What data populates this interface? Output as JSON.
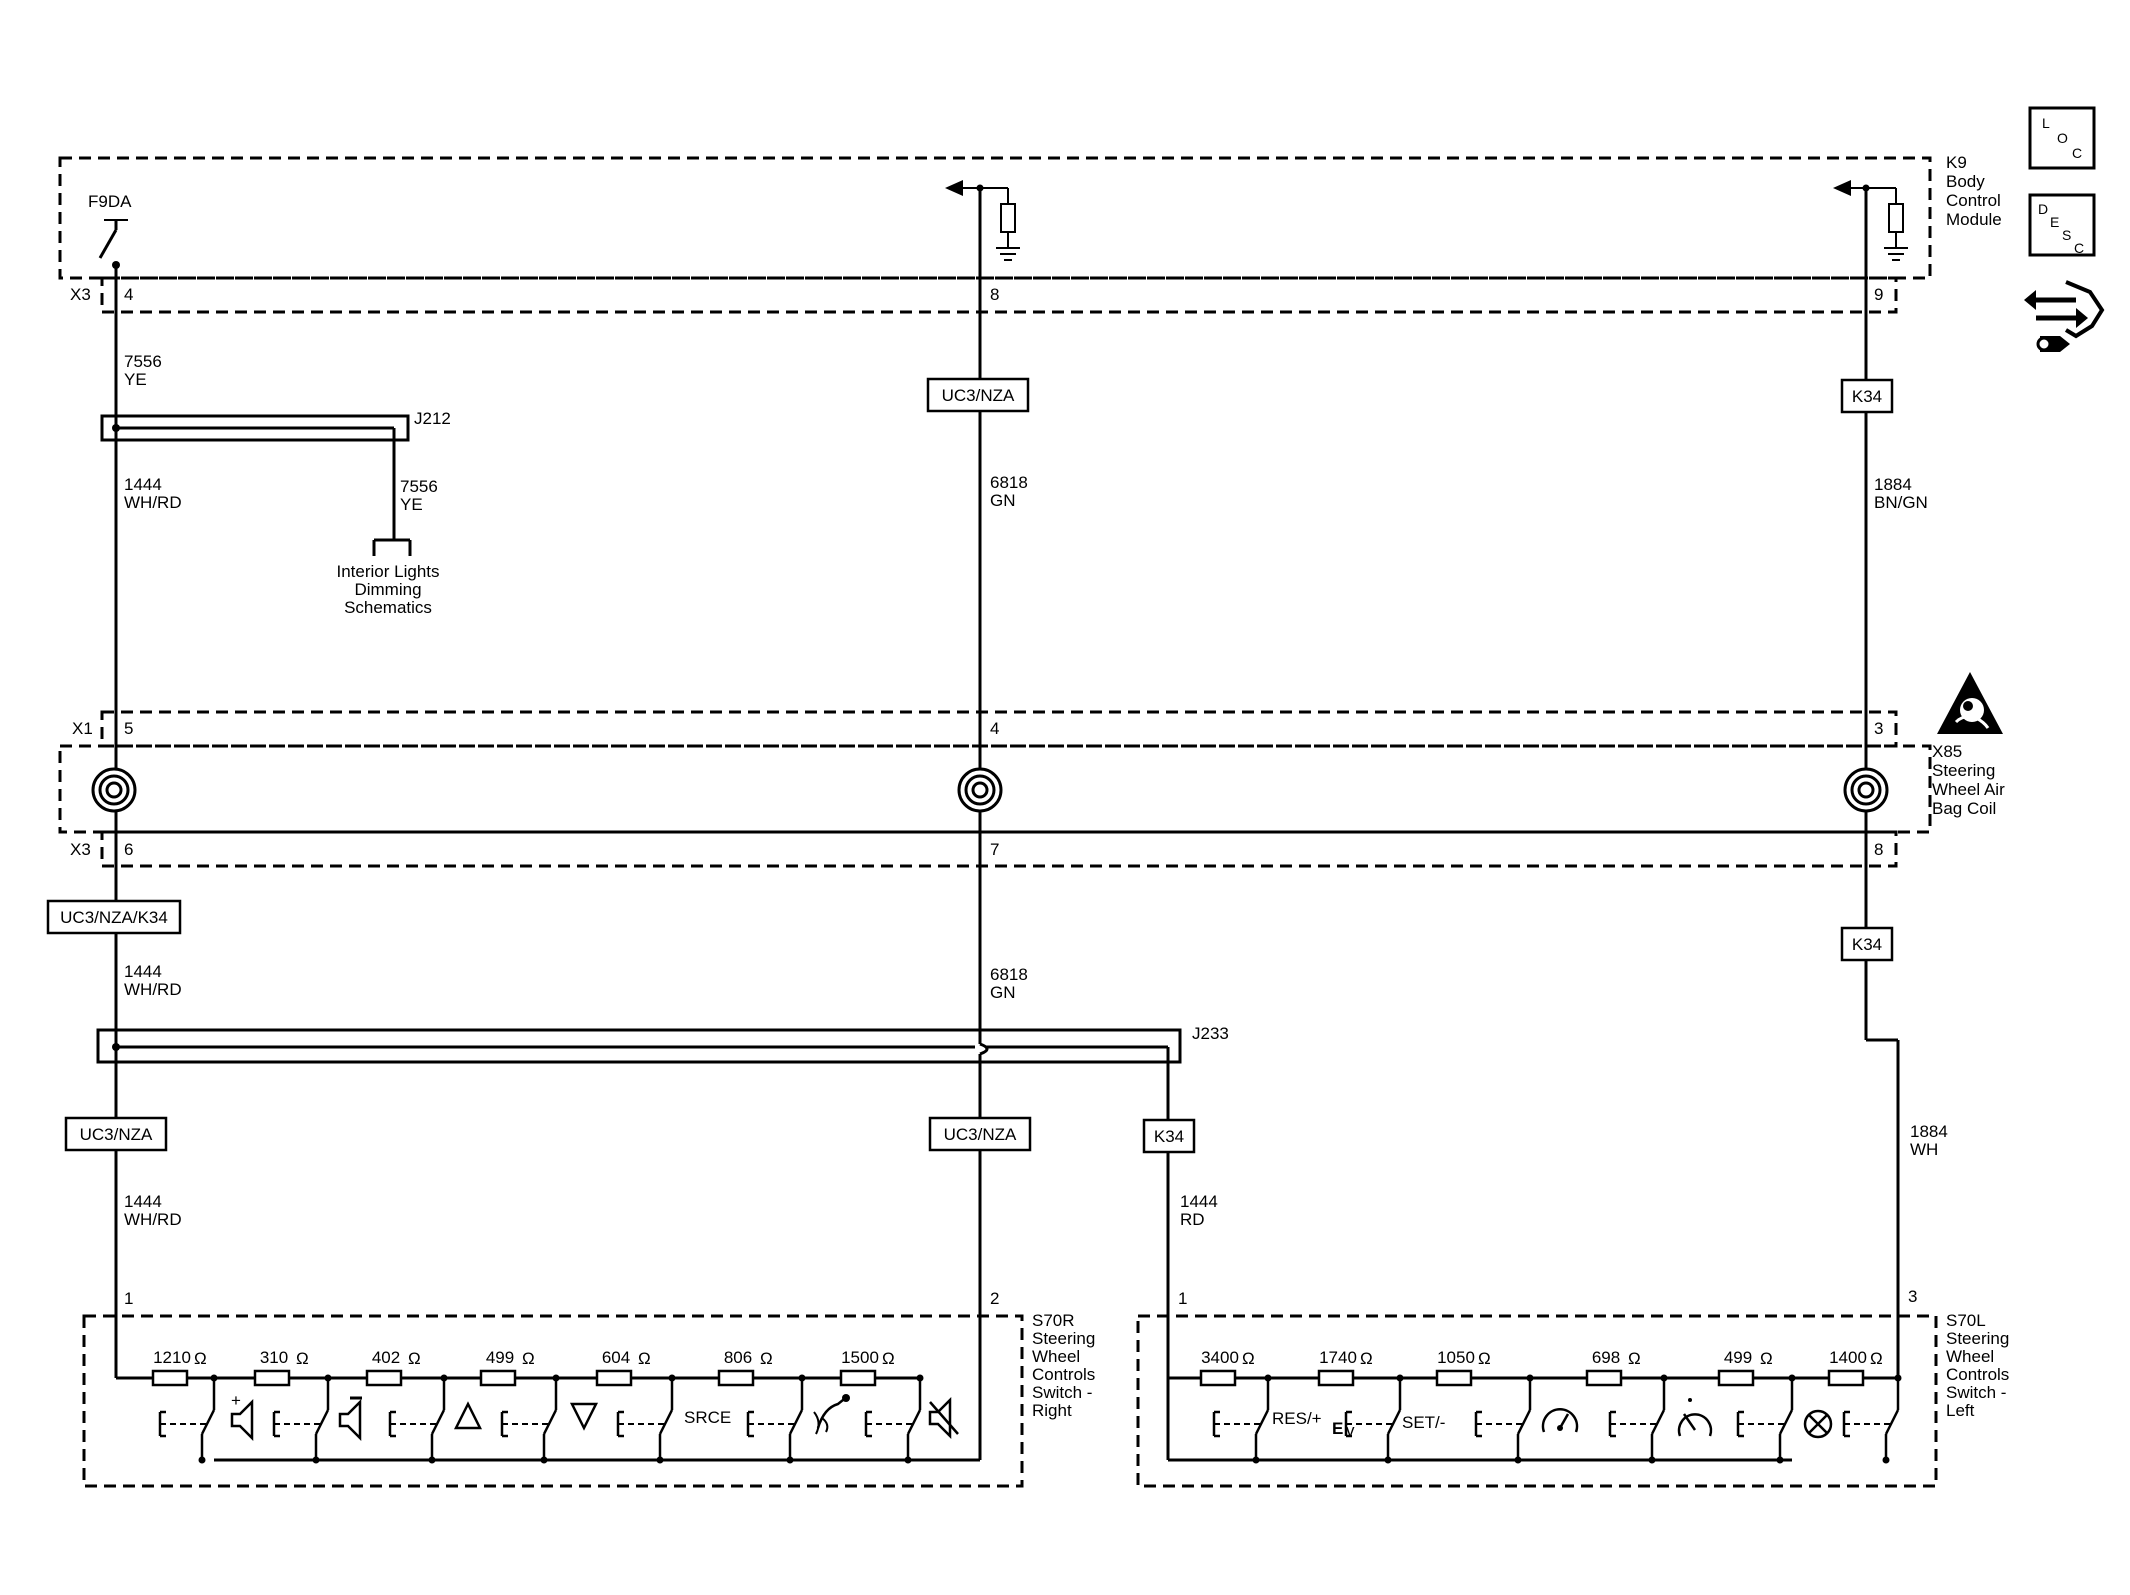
{
  "modules": {
    "k9": {
      "line1": "K9",
      "line2": "Body",
      "line3": "Control",
      "line4": "Module"
    },
    "x85": {
      "line1": "X85",
      "line2": "Steering",
      "line3": "Wheel Air",
      "line4": "Bag Coil"
    },
    "s70r": {
      "line1": "S70R",
      "line2": "Steering",
      "line3": "Wheel",
      "line4": "Controls",
      "line5": "Switch -",
      "line6": "Right"
    },
    "s70l": {
      "line1": "S70L",
      "line2": "Steering",
      "line3": "Wheel",
      "line4": "Controls",
      "line5": "Switch -",
      "line6": "Left"
    }
  },
  "side_icons": {
    "loc": "LOC",
    "desc": "DESC",
    "connector_icon": "connector-repair-icon",
    "airbag_icon": "airbag-warning-icon"
  },
  "k9": {
    "fuse": "F9DA",
    "connector": "X3",
    "pins": [
      "4",
      "8",
      "9"
    ]
  },
  "coil": {
    "upper_connector": "X1",
    "upper_pins": [
      "5",
      "4",
      "3"
    ],
    "lower_connector": "X3",
    "lower_pins": [
      "6",
      "7",
      "8"
    ]
  },
  "splices": {
    "j212": "J212",
    "j233": "J233"
  },
  "branch": {
    "circuit": "7556",
    "color": "YE",
    "line1": "Interior Lights",
    "line2": "Dimming",
    "line3": "Schematics"
  },
  "circuits": {
    "c7556": {
      "num": "7556",
      "color": "YE"
    },
    "c1444_a": {
      "num": "1444",
      "color": "WH/RD"
    },
    "c6818_a": {
      "num": "6818",
      "color": "GN"
    },
    "c1884_a": {
      "num": "1884",
      "color": "BN/GN"
    },
    "c1444_b": {
      "num": "1444",
      "color": "WH/RD"
    },
    "c6818_b": {
      "num": "6818",
      "color": "GN"
    },
    "c1444_c": {
      "num": "1444",
      "color": "WH/RD"
    },
    "c1444_d": {
      "num": "1444",
      "color": "RD"
    },
    "c1884_b": {
      "num": "1884",
      "color": "WH"
    }
  },
  "options": {
    "o1": "UC3/NZA",
    "o2": "K34",
    "o3": "UC3/NZA/K34",
    "o4": "K34",
    "o5": "UC3/NZA",
    "o6": "UC3/NZA",
    "o7": "K34"
  },
  "switch_pins": {
    "r1": "1",
    "r2": "2",
    "l1": "1",
    "l3": "3"
  },
  "right_resistors": [
    "1210",
    "310",
    "402",
    "499",
    "604",
    "806",
    "1500"
  ],
  "left_resistors": [
    "3400",
    "1740",
    "1050",
    "698",
    "499",
    "1400"
  ],
  "ohm": "Ω",
  "switch_labels": {
    "srce": "SRCE",
    "res": "RES/+",
    "set": "SET/-"
  },
  "right_switch_icons": [
    "volume-up-icon",
    "volume-down-icon",
    "next-up-icon",
    "next-down-icon",
    "source-label",
    "voice-command-icon",
    "mute-icon"
  ],
  "left_switch_icons": [
    "resume-label",
    "cruise-gap-icon",
    "set-label",
    "cruise-on-icon",
    "cruise-cancel-icon",
    "cancel-icon"
  ]
}
